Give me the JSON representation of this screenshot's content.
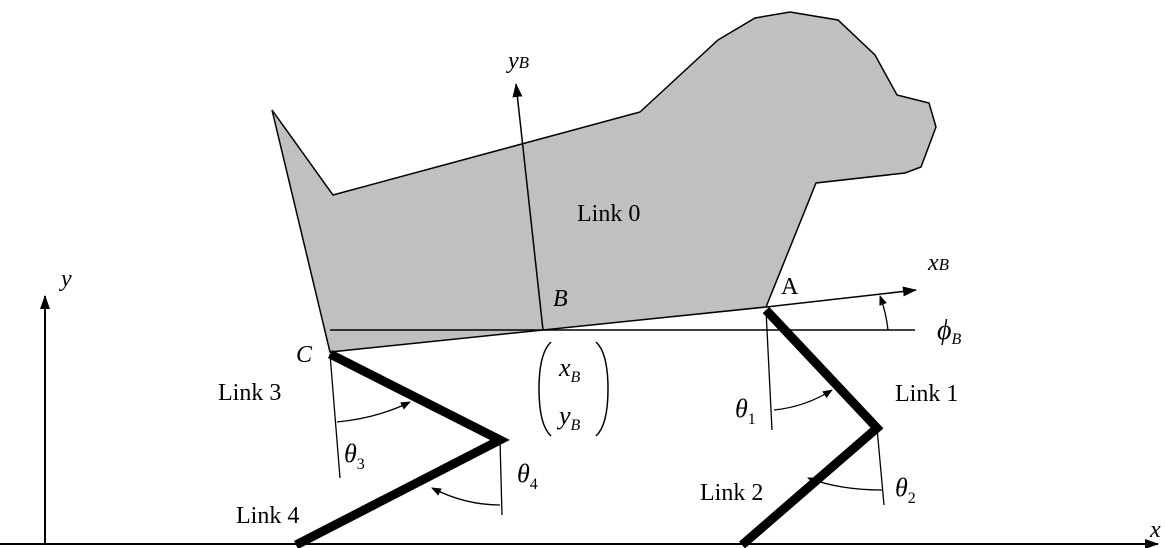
{
  "labels": {
    "link0": "Link 0",
    "link1": "Link 1",
    "link2": "Link 2",
    "link3": "Link 3",
    "link4": "Link 4",
    "point_a": "A",
    "point_b": "B",
    "point_c": "C",
    "axis_x": "x",
    "axis_y": "y",
    "body_axis_x": "x",
    "body_axis_y": "y",
    "body_axis_sub": "B",
    "theta": "θ",
    "theta1_sub": "1",
    "theta2_sub": "2",
    "theta3_sub": "3",
    "theta4_sub": "4",
    "phi": "ϕ",
    "phi_sub": "B",
    "vec_x": "x",
    "vec_y": "y",
    "vec_sub": "B"
  },
  "colors": {
    "body_fill": "#c0c0c0",
    "stroke": "#000000",
    "background": "#ffffff"
  }
}
